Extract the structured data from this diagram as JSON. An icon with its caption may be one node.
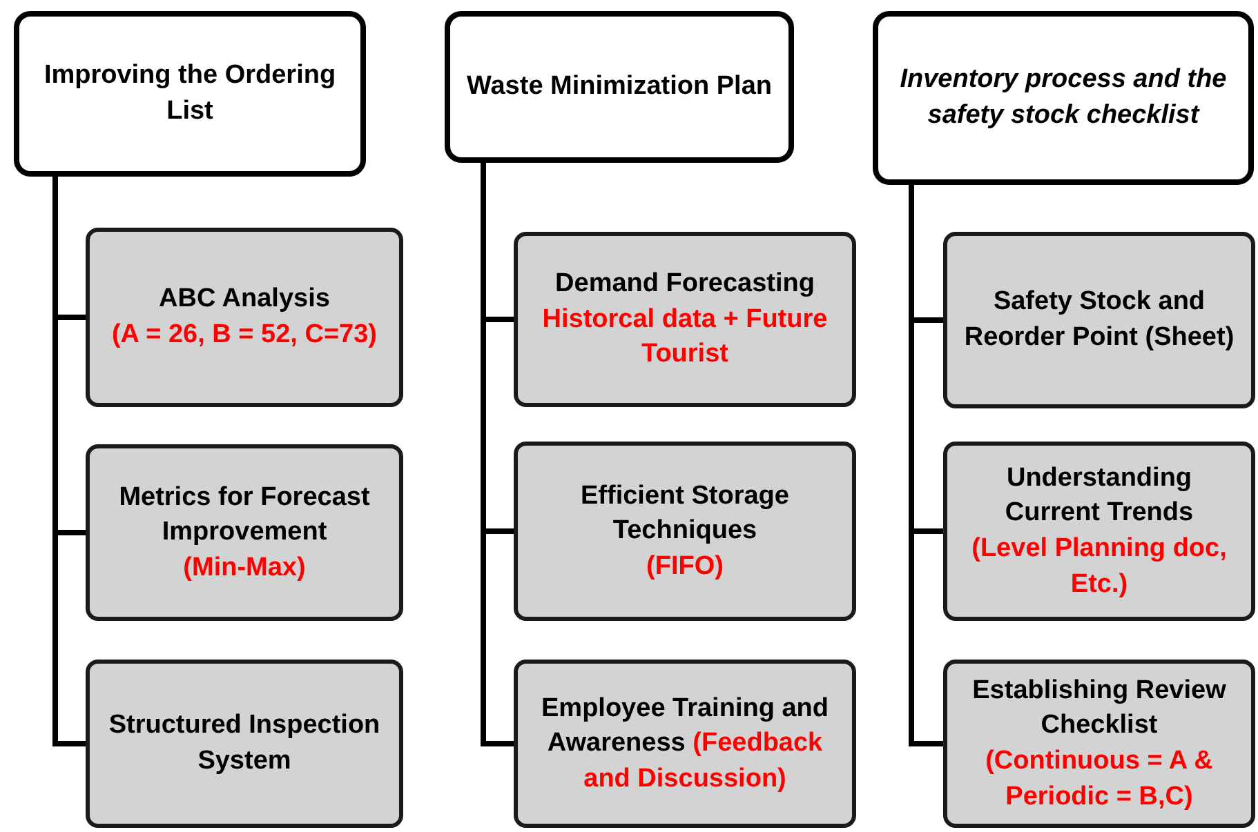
{
  "diagram": {
    "nodes": [
      {
        "text": [
          "Improving the Ordering List"
        ]
      },
      {
        "text": [
          "ABC Analysis",
          "(A = 26, B = 52, C=73)"
        ]
      },
      {
        "text": [
          "Metrics for Forecast Improvement",
          "(Min-Max)"
        ]
      },
      {
        "text": [
          "Structured Inspection System"
        ]
      },
      {
        "text": [
          "Waste Minimization Plan"
        ]
      },
      {
        "text": [
          "Demand Forecasting",
          "Historcal data + Future Tourist"
        ]
      },
      {
        "text": [
          "Efficient Storage Techniques",
          "(FIFO)"
        ]
      },
      {
        "text": [
          "Employee Training and Awareness",
          "(Feedback and Discussion)"
        ]
      },
      {
        "text": [
          "Inventory process and the safety stock checklist"
        ]
      },
      {
        "text": [
          "Safety Stock and Reorder Point (Sheet)"
        ]
      },
      {
        "text": [
          "Understanding Current Trends",
          "(Level Planning doc, Etc.)"
        ]
      },
      {
        "text": [
          "Establishing Review Checklist",
          "(Continuous = A & Periodic = B,C)"
        ]
      }
    ],
    "edges": [
      {
        "from": 0,
        "to": 1,
        "arrow": "none"
      },
      {
        "from": 0,
        "to": 2,
        "arrow": "none"
      },
      {
        "from": 0,
        "to": 3,
        "arrow": "none"
      },
      {
        "from": 4,
        "to": 5,
        "arrow": "none"
      },
      {
        "from": 4,
        "to": 6,
        "arrow": "none"
      },
      {
        "from": 4,
        "to": 7,
        "arrow": "none"
      },
      {
        "from": 8,
        "to": 9,
        "arrow": "none"
      },
      {
        "from": 8,
        "to": 10,
        "arrow": "none"
      },
      {
        "from": 8,
        "to": 11,
        "arrow": "none"
      }
    ]
  }
}
